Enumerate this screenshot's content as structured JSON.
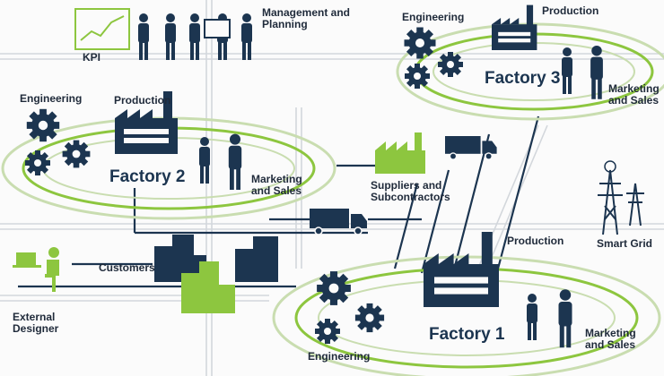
{
  "kpi": {
    "label": "KPI"
  },
  "management": {
    "line1": "Management and",
    "line2": "Planning"
  },
  "factory3": {
    "engineering": "Engineering",
    "production": "Production",
    "title": "Factory 3",
    "marketing1": "Marketing",
    "marketing2": "and Sales"
  },
  "factory2": {
    "engineering": "Engineering",
    "production": "Production",
    "title": "Factory  2",
    "marketing1": "Marketing",
    "marketing2": "and Sales"
  },
  "factory1": {
    "engineering": "Engineering",
    "production": "Production",
    "title": "Factory 1",
    "marketing1": "Marketing",
    "marketing2": "and Sales"
  },
  "suppliers": {
    "line1": "Suppliers and",
    "line2": "Subcontractors"
  },
  "customers": {
    "label": "Customers"
  },
  "designer": {
    "line1": "External",
    "line2": "Designer"
  },
  "smart_grid": {
    "label": "Smart Grid"
  },
  "colors": {
    "navy": "#1c3550",
    "green": "#8dc63f",
    "pale_green": "#c9ddb0",
    "line_gray": "#cfd3d8"
  }
}
